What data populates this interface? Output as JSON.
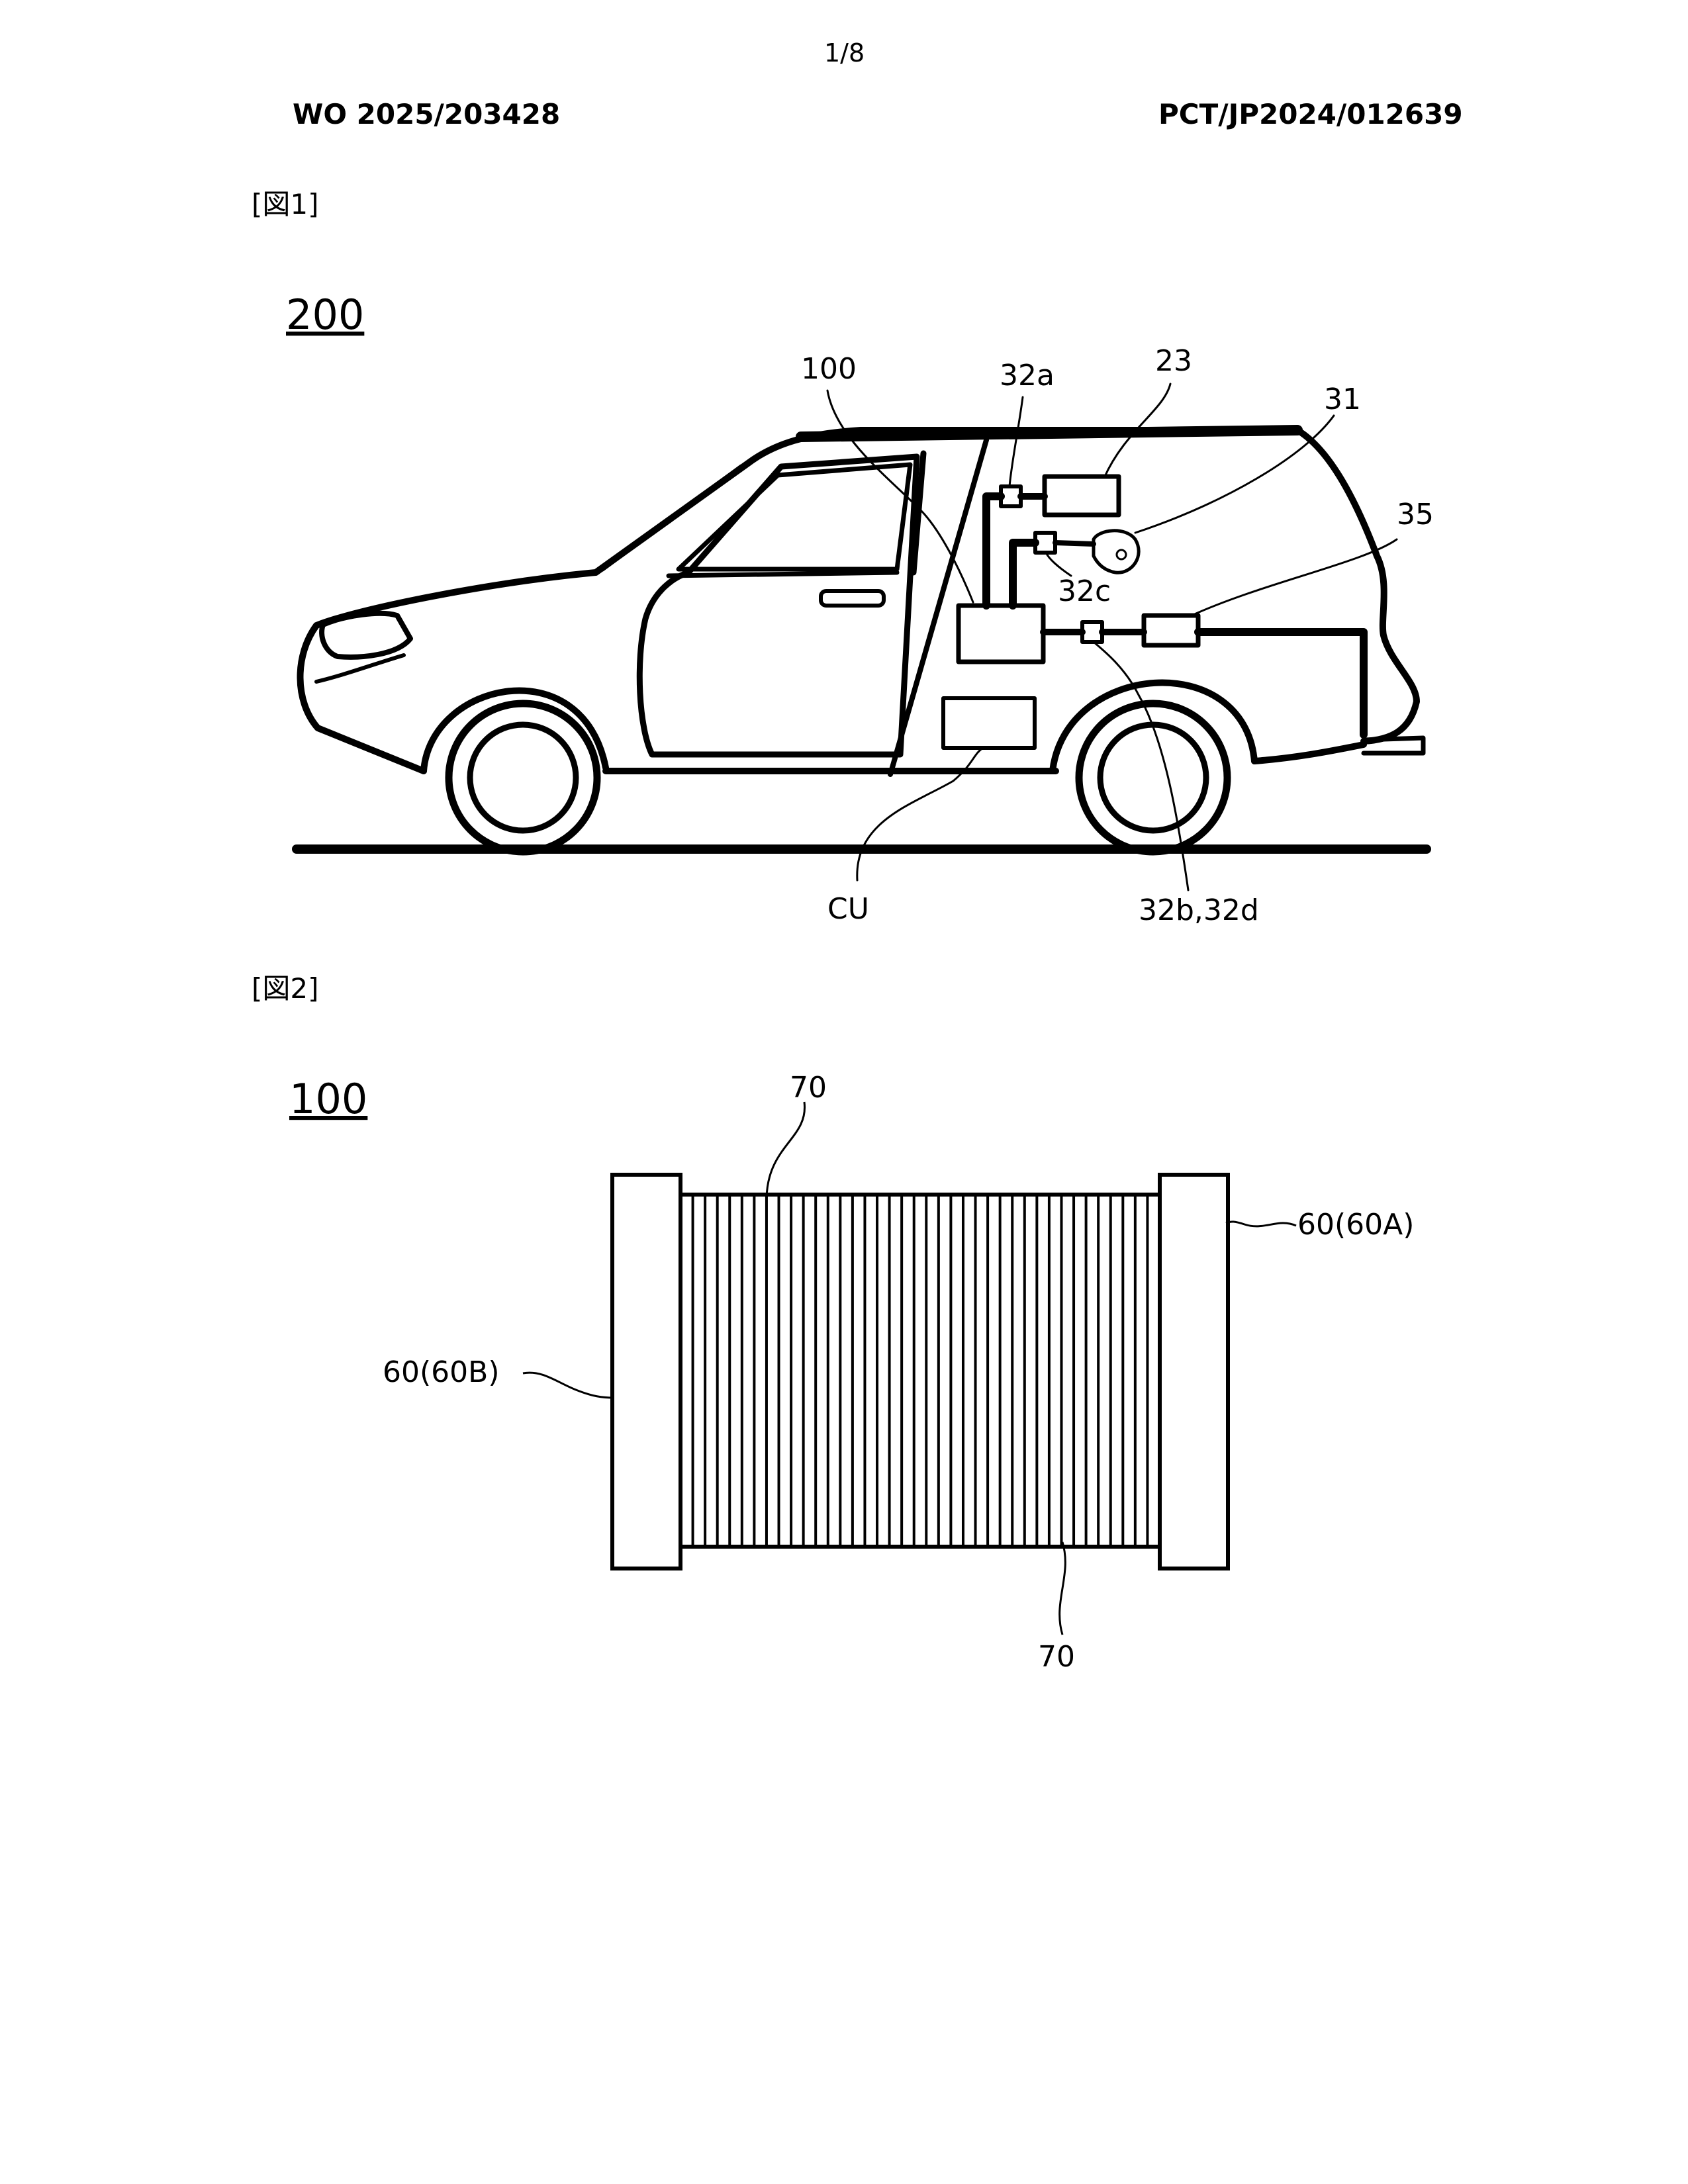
{
  "page": {
    "page_number": "1/8",
    "publication_number": "WO 2025/203428",
    "application_number": "PCT/JP2024/012639"
  },
  "figure1": {
    "label": "[図1]",
    "vehicle_ref": "200",
    "refs": {
      "r100": "100",
      "r32a": "32a",
      "r23": "23",
      "r31": "31",
      "r35": "35",
      "r32c": "32c",
      "rCU": "CU",
      "r32b32d": "32b,32d"
    }
  },
  "figure2": {
    "label": "[図2]",
    "stack_ref": "100",
    "refs": {
      "r70_top": "70",
      "r70_bottom": "70",
      "r60A": "60(60A)",
      "r60B": "60(60B)"
    }
  }
}
